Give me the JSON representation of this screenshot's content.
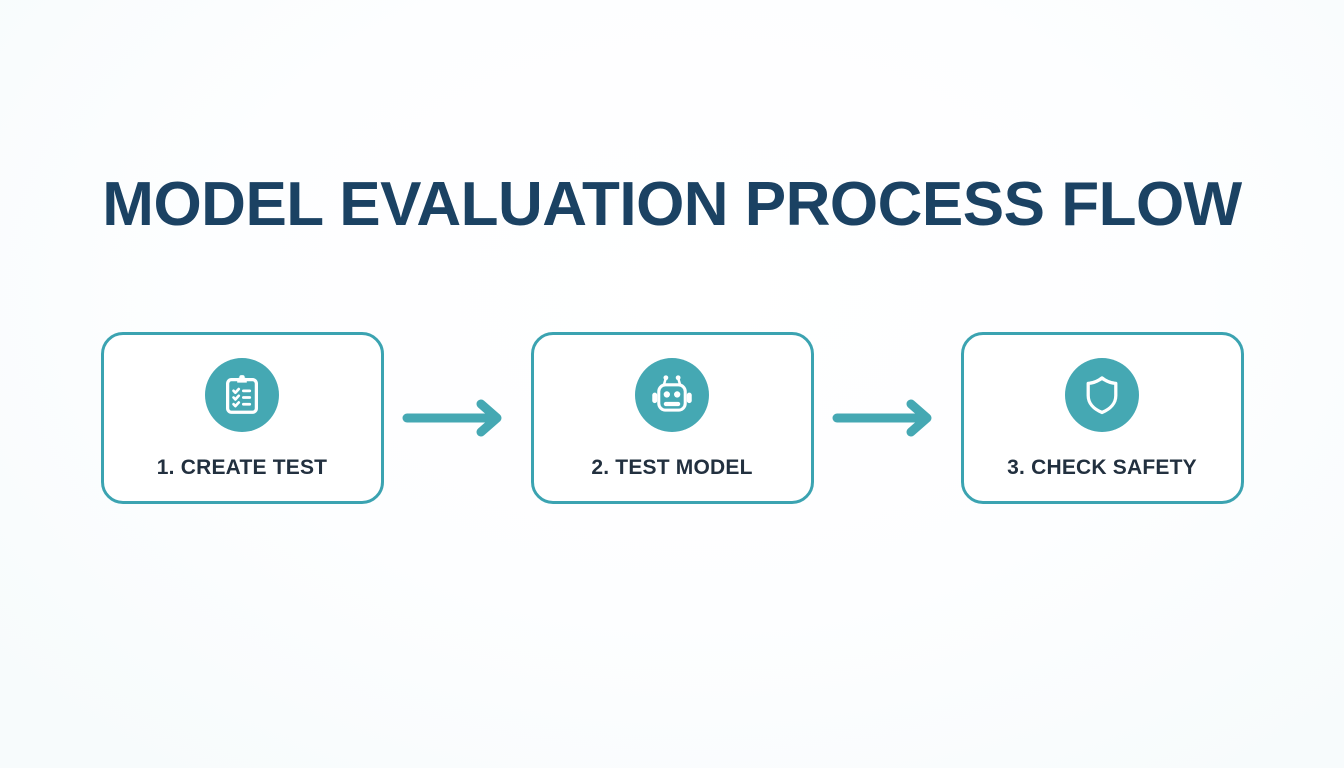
{
  "page": {
    "title": "MODEL EVALUATION PROCESS FLOW",
    "background_color": "#fdfefe",
    "title_color": "#1b4263",
    "accent_color": "#45a8b3",
    "border_color": "#3ba3b1",
    "label_color": "#22303f"
  },
  "flow": {
    "steps": [
      {
        "number": "1",
        "label": "1. CREATE TEST",
        "icon": "clipboard-checklist-icon"
      },
      {
        "number": "2",
        "label": "2. TEST MODEL",
        "icon": "robot-icon"
      },
      {
        "number": "3",
        "label": "3. CHECK SAFETY",
        "icon": "shield-icon"
      }
    ],
    "connectors": [
      {
        "icon": "arrow-right-icon"
      },
      {
        "icon": "arrow-right-icon"
      }
    ]
  }
}
